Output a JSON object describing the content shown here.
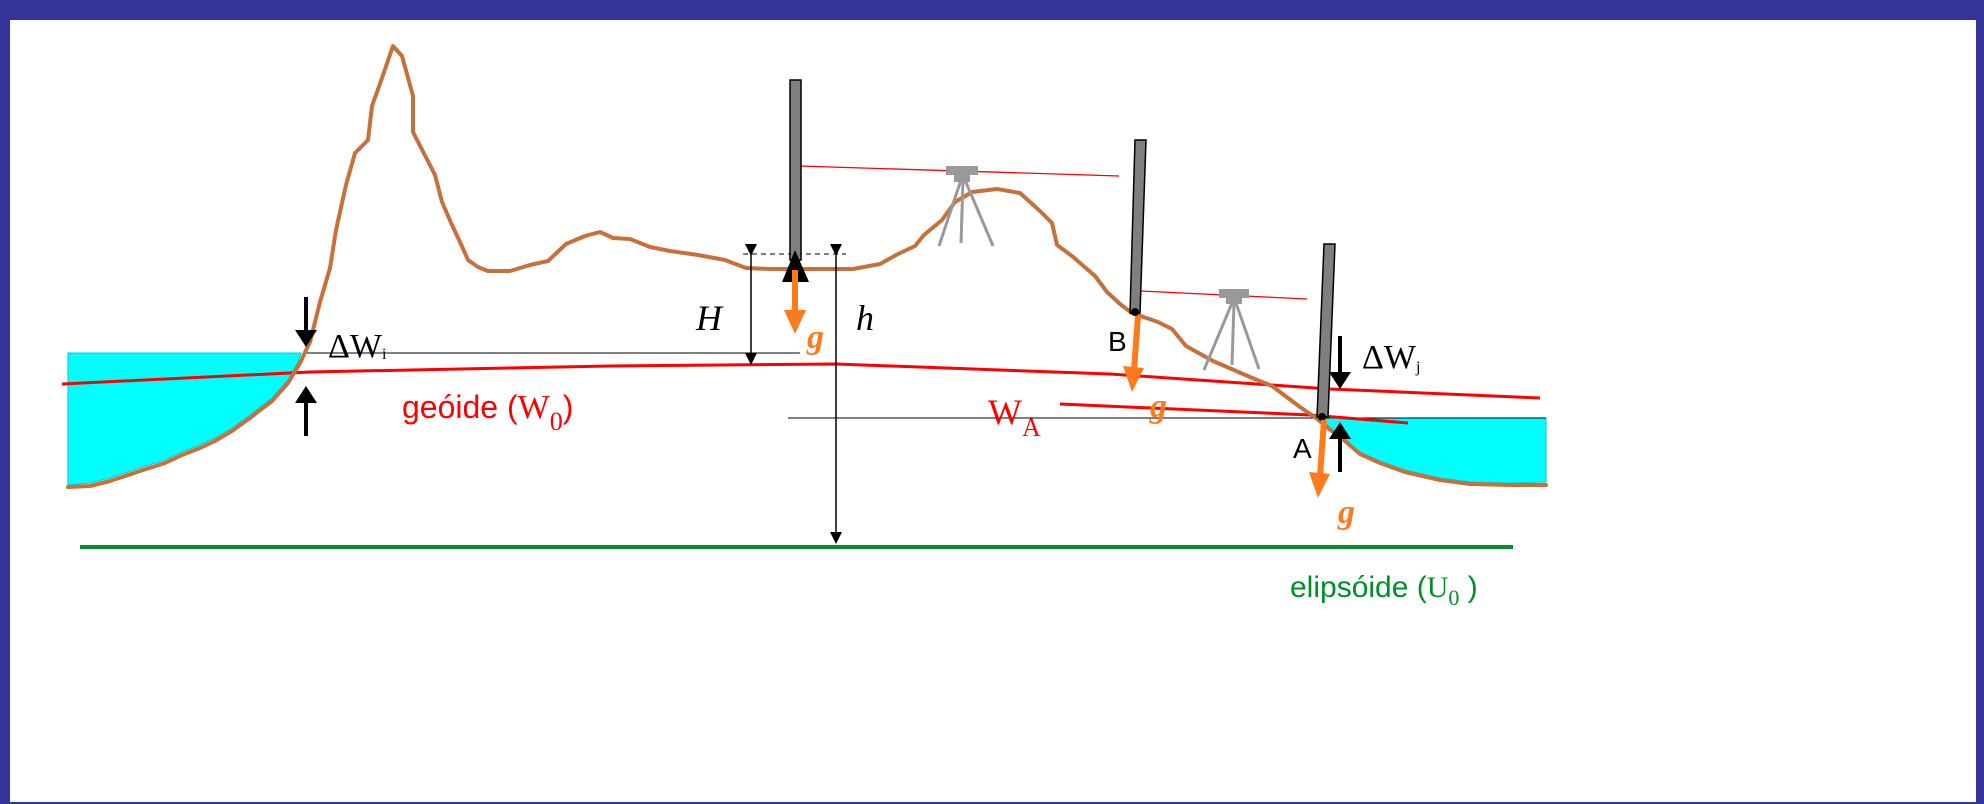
{
  "labels": {
    "H": "H",
    "h": "h",
    "g": "g",
    "delta_wi": "ΔW",
    "delta_wi_sub": "i",
    "delta_wj": "ΔW",
    "delta_wj_sub": "j",
    "geoide": "geóide (",
    "geoide_w": "W",
    "geoide_sub": "0",
    "geoide_close": ")",
    "wa": "W",
    "wa_sub": "A",
    "point_a": "A",
    "point_b": "B",
    "elipsoide": "elipsóide (",
    "elipsoide_u": "U",
    "elipsoide_sub": "0",
    "elipsoide_close": " )"
  },
  "colors": {
    "border": "#333399",
    "terrain": "#c8703c",
    "water": "#00ffff",
    "geoid": "#ff0000",
    "ellipsoid": "#008f2a",
    "gravity": "#ff7a1a",
    "rod": "#7f7f7f",
    "instrument": "#999999"
  }
}
